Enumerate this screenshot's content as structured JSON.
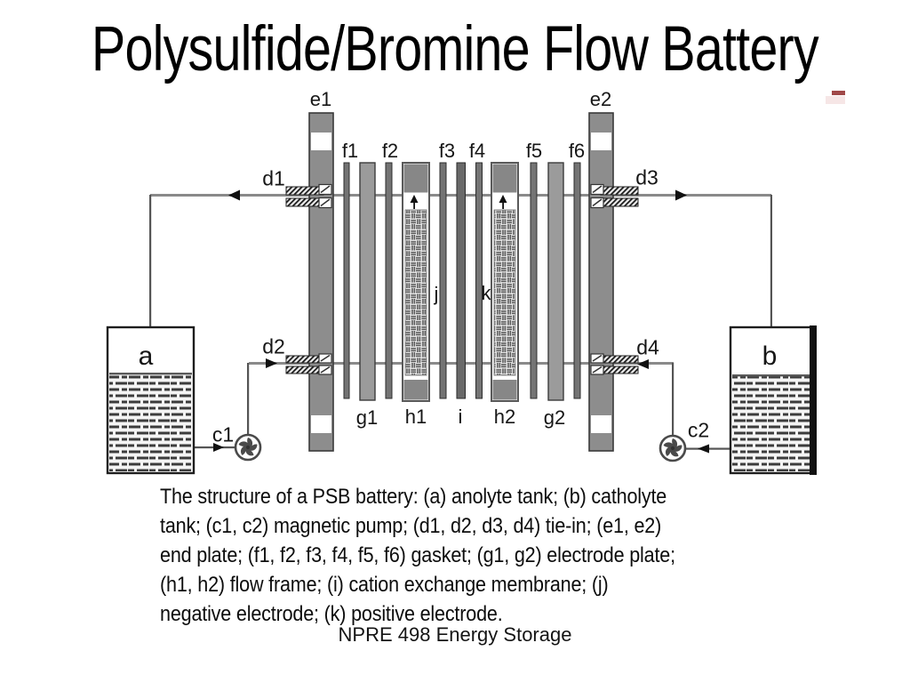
{
  "slide": {
    "title": "Polysulfide/Bromine Flow Battery",
    "footer": "NPRE 498 Energy Storage",
    "background": "#ffffff"
  },
  "caption": {
    "lines": [
      "The structure of a PSB battery: (a) anolyte tank; (b) catholyte",
      "tank; (c1, c2) magnetic pump; (d1, d2, d3, d4) tie-in; (e1, e2)",
      "end plate; (f1, f2, f3, f4, f5, f6) gasket; (g1, g2) electrode plate;",
      "(h1, h2) flow frame; (i) cation exchange membrane; (j)",
      "negative electrode; (k) positive electrode."
    ]
  },
  "diagram": {
    "labels": {
      "e1": "e1",
      "e2": "e2",
      "f1": "f1",
      "f2": "f2",
      "f3": "f3",
      "f4": "f4",
      "f5": "f5",
      "f6": "f6",
      "d1": "d1",
      "d2": "d2",
      "d3": "d3",
      "d4": "d4",
      "g1": "g1",
      "g2": "g2",
      "h1": "h1",
      "h2": "h2",
      "i": "i",
      "j": "j",
      "k": "k",
      "a": "a",
      "b": "b",
      "c1": "c1",
      "c2": "c2"
    },
    "colors": {
      "end_plate_gray": "#8d8d8d",
      "gasket_gray": "#747474",
      "electrode_plate_gray": "#9b9b9b",
      "membrane_gray": "#696969",
      "pipe_gray": "#8a8a8a",
      "line_dark": "#555555",
      "ink_black": "#161616",
      "artifact_red": "#a04848"
    }
  }
}
